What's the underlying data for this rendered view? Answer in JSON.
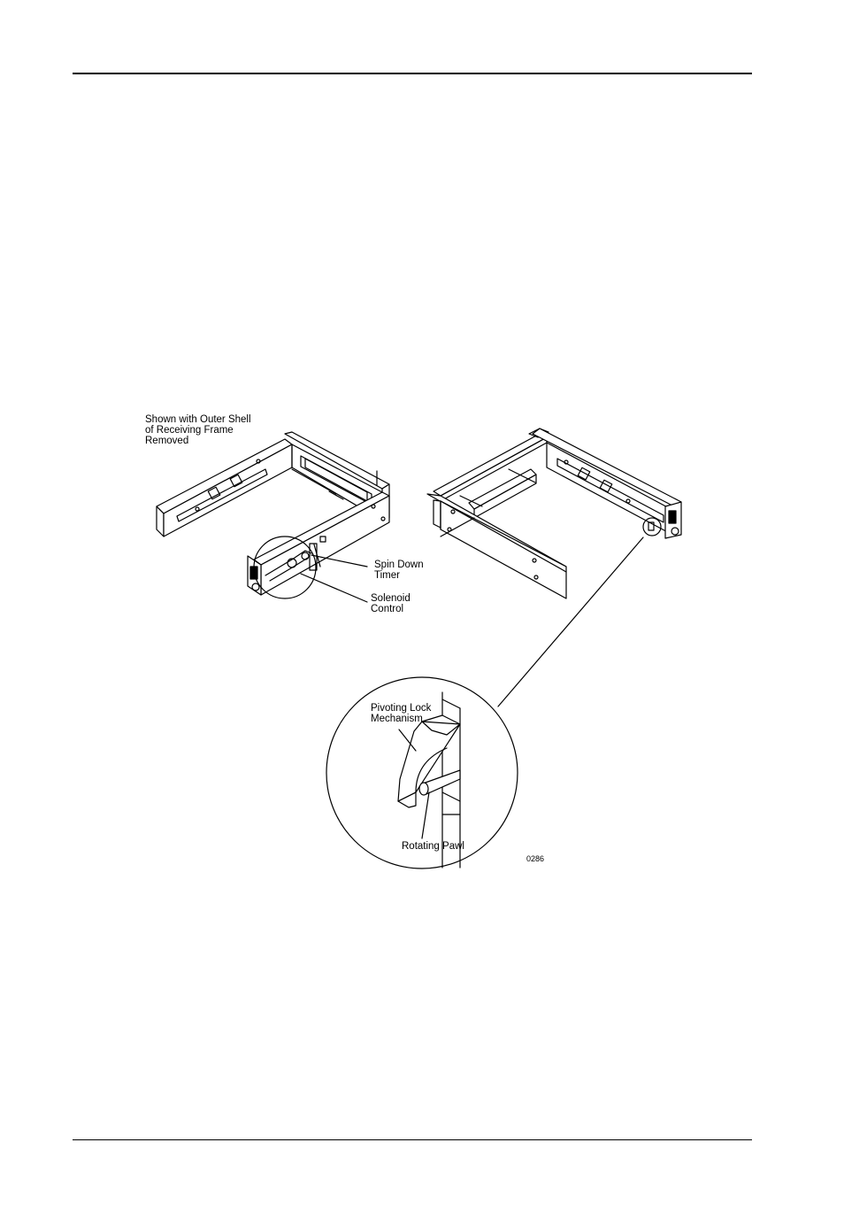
{
  "figure": {
    "caption_top_left": "Shown with Outer Shell\nof Receiving Frame\nRemoved",
    "callouts": {
      "spin_down_timer": "Spin Down\nTimer",
      "solenoid_control": "Solenoid\nControl",
      "pivoting_lock": "Pivoting Lock\nMechanism",
      "rotating_pawl": "Rotating Pawl"
    },
    "figure_number": "0286"
  }
}
